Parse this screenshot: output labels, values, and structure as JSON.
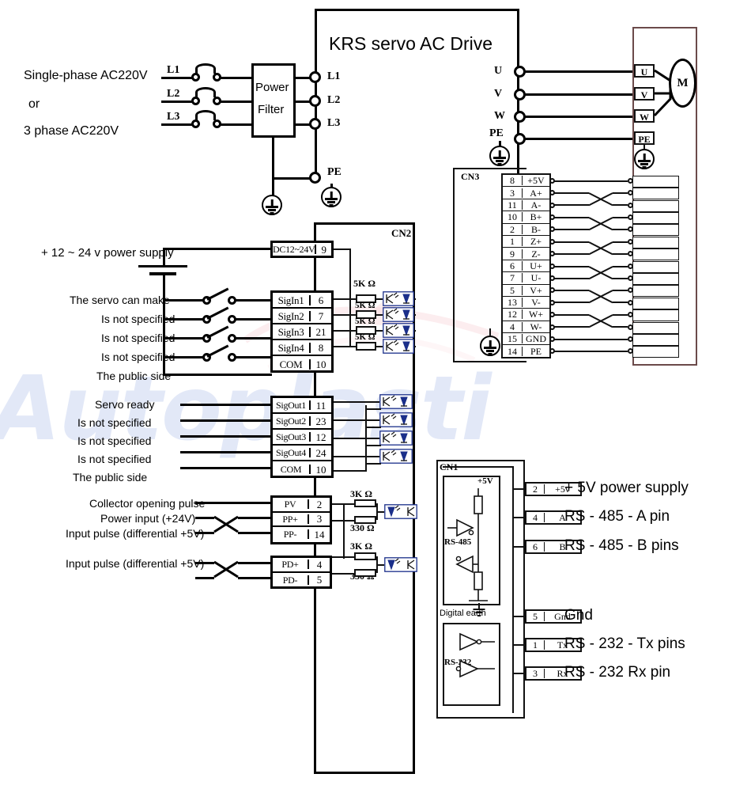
{
  "diagram": {
    "title": "KRS servo AC Drive",
    "watermark": "Autoplasti"
  },
  "power_input": {
    "source_label_line1": "Single-phase AC220V",
    "source_label_line2": "or",
    "source_label_line3": "3 phase AC220V",
    "phase_labels": [
      "L1",
      "L2",
      "L3"
    ],
    "filter_label_line1": "Power",
    "filter_label_line2": "Filter",
    "drive_terminals": [
      "L1",
      "L2",
      "L3"
    ],
    "pe_label": "PE"
  },
  "motor_output": {
    "drive_terminals": [
      "U",
      "V",
      "W",
      "PE"
    ],
    "motor_terminals": [
      "U",
      "V",
      "W",
      "PE"
    ],
    "motor_symbol": "M"
  },
  "cn3": {
    "title": "CN3",
    "pins": [
      {
        "pin": "8",
        "name": "+5V",
        "twisted": false
      },
      {
        "pin": "3",
        "name": "A+",
        "twisted": true
      },
      {
        "pin": "11",
        "name": "A-",
        "twisted": false
      },
      {
        "pin": "10",
        "name": "B+",
        "twisted": true
      },
      {
        "pin": "2",
        "name": "B-",
        "twisted": false
      },
      {
        "pin": "1",
        "name": "Z+",
        "twisted": true
      },
      {
        "pin": "9",
        "name": "Z-",
        "twisted": false
      },
      {
        "pin": "6",
        "name": "U+",
        "twisted": true
      },
      {
        "pin": "7",
        "name": "U-",
        "twisted": false
      },
      {
        "pin": "5",
        "name": "V+",
        "twisted": true
      },
      {
        "pin": "13",
        "name": "V-",
        "twisted": false
      },
      {
        "pin": "12",
        "name": "W+",
        "twisted": true
      },
      {
        "pin": "4",
        "name": "W-",
        "twisted": false
      },
      {
        "pin": "15",
        "name": "GND",
        "twisted": false
      },
      {
        "pin": "14",
        "name": "PE",
        "twisted": false
      }
    ]
  },
  "cn2": {
    "title": "CN2",
    "power_supply_label": "+ 12 ~ 24 v power supply",
    "power_terminal": {
      "name": "DC12~24V",
      "pin": "9"
    },
    "inputs": {
      "descriptions": [
        "The servo can make",
        "Is not specified",
        "Is not specified",
        "Is not specified",
        "The public side"
      ],
      "terminals": [
        {
          "name": "SigIn1",
          "pin": "6"
        },
        {
          "name": "SigIn2",
          "pin": "7"
        },
        {
          "name": "SigIn3",
          "pin": "21"
        },
        {
          "name": "SigIn4",
          "pin": "8"
        },
        {
          "name": "COM",
          "pin": "10"
        }
      ],
      "resistor": "5K Ω",
      "resistor_count": 4
    },
    "outputs": {
      "descriptions": [
        "Servo ready",
        "Is not specified",
        "Is not specified",
        "Is not specified",
        "The public side"
      ],
      "terminals": [
        {
          "name": "SigOut1",
          "pin": "11"
        },
        {
          "name": "SigOut2",
          "pin": "23"
        },
        {
          "name": "SigOut3",
          "pin": "12"
        },
        {
          "name": "SigOut4",
          "pin": "24"
        },
        {
          "name": "COM",
          "pin": "10"
        }
      ]
    },
    "pulse": {
      "descriptions": [
        "Collector opening pulse",
        "Power input (+24V)",
        "Input pulse (differential +5V)",
        "Input pulse (differential +5V)"
      ],
      "group1": [
        {
          "name": "PV",
          "pin": "2"
        },
        {
          "name": "PP+",
          "pin": "3"
        },
        {
          "name": "PP-",
          "pin": "14"
        }
      ],
      "group2": [
        {
          "name": "PD+",
          "pin": "4"
        },
        {
          "name": "PD-",
          "pin": "5"
        }
      ],
      "resistor_series": "3K Ω",
      "resistor_shunt": "330 Ω"
    }
  },
  "cn1": {
    "title": "CN1",
    "rs485_label": "RS-485",
    "rs232_label": "RS-232",
    "supply_node_label": "+5V",
    "digital_earth_label": "Digital earth",
    "pins": [
      {
        "pin": "2",
        "name": "+5v",
        "description": "+ 5V power supply"
      },
      {
        "pin": "4",
        "name": "A",
        "description": "RS - 485 - A pin"
      },
      {
        "pin": "6",
        "name": "B",
        "description": "RS - 485 - B pins"
      },
      {
        "pin": "5",
        "name": "Gnd",
        "description": "Gnd"
      },
      {
        "pin": "1",
        "name": "Tx",
        "description": "RS - 232 - Tx pins"
      },
      {
        "pin": "3",
        "name": "Rx",
        "description": "RS - 232 Rx pin"
      }
    ]
  }
}
